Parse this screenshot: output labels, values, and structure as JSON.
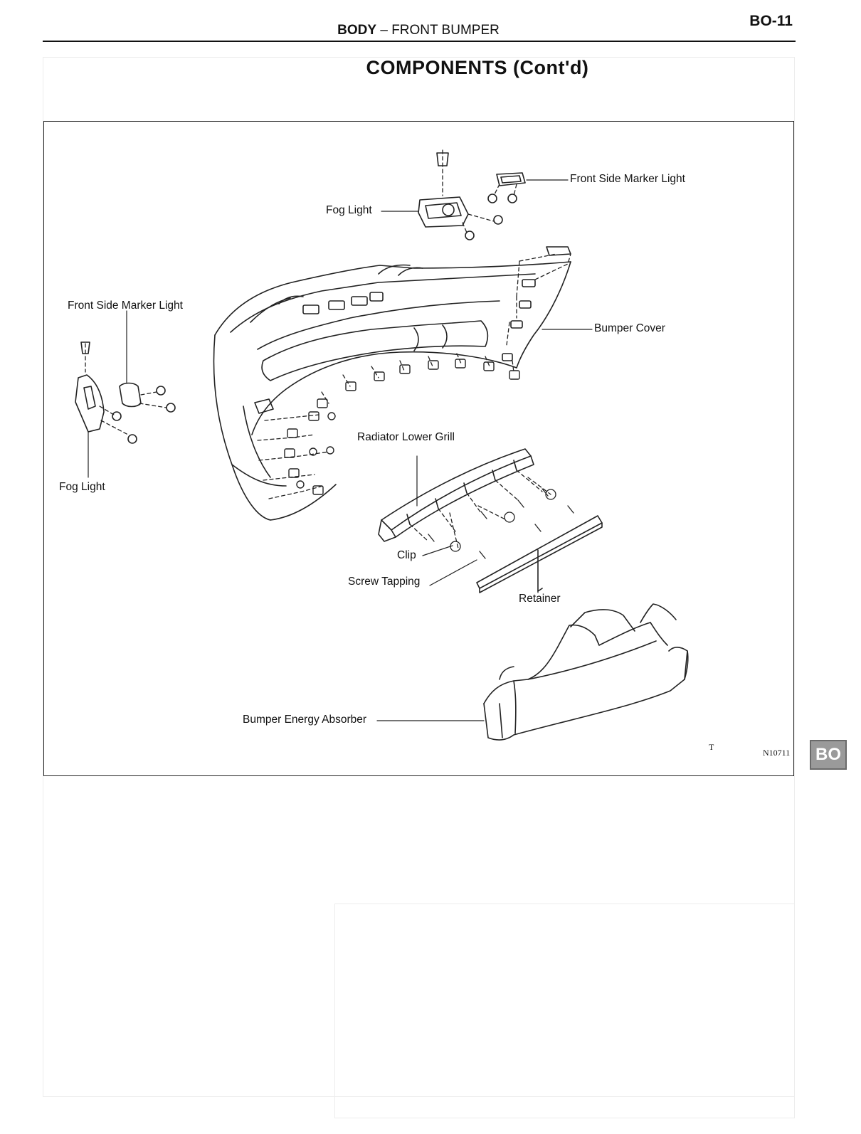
{
  "header": {
    "page_number": "BO-11",
    "section": "BODY",
    "separator": "–",
    "subsection": "FRONT BUMPER"
  },
  "title": "COMPONENTS (Cont'd)",
  "figure": {
    "code": "N10711",
    "mark": "T",
    "labels": {
      "front_side_marker_light_top": "Front Side Marker Light",
      "fog_light_top": "Fog Light",
      "front_side_marker_light_left": "Front Side Marker Light",
      "bumper_cover": "Bumper Cover",
      "radiator_lower_grill": "Radiator Lower Grill",
      "fog_light_left": "Fog Light",
      "clip": "Clip",
      "screw_tapping": "Screw Tapping",
      "retainer": "Retainer",
      "bumper_energy_absorber": "Bumper Energy Absorber"
    }
  },
  "section_tab": "BO"
}
